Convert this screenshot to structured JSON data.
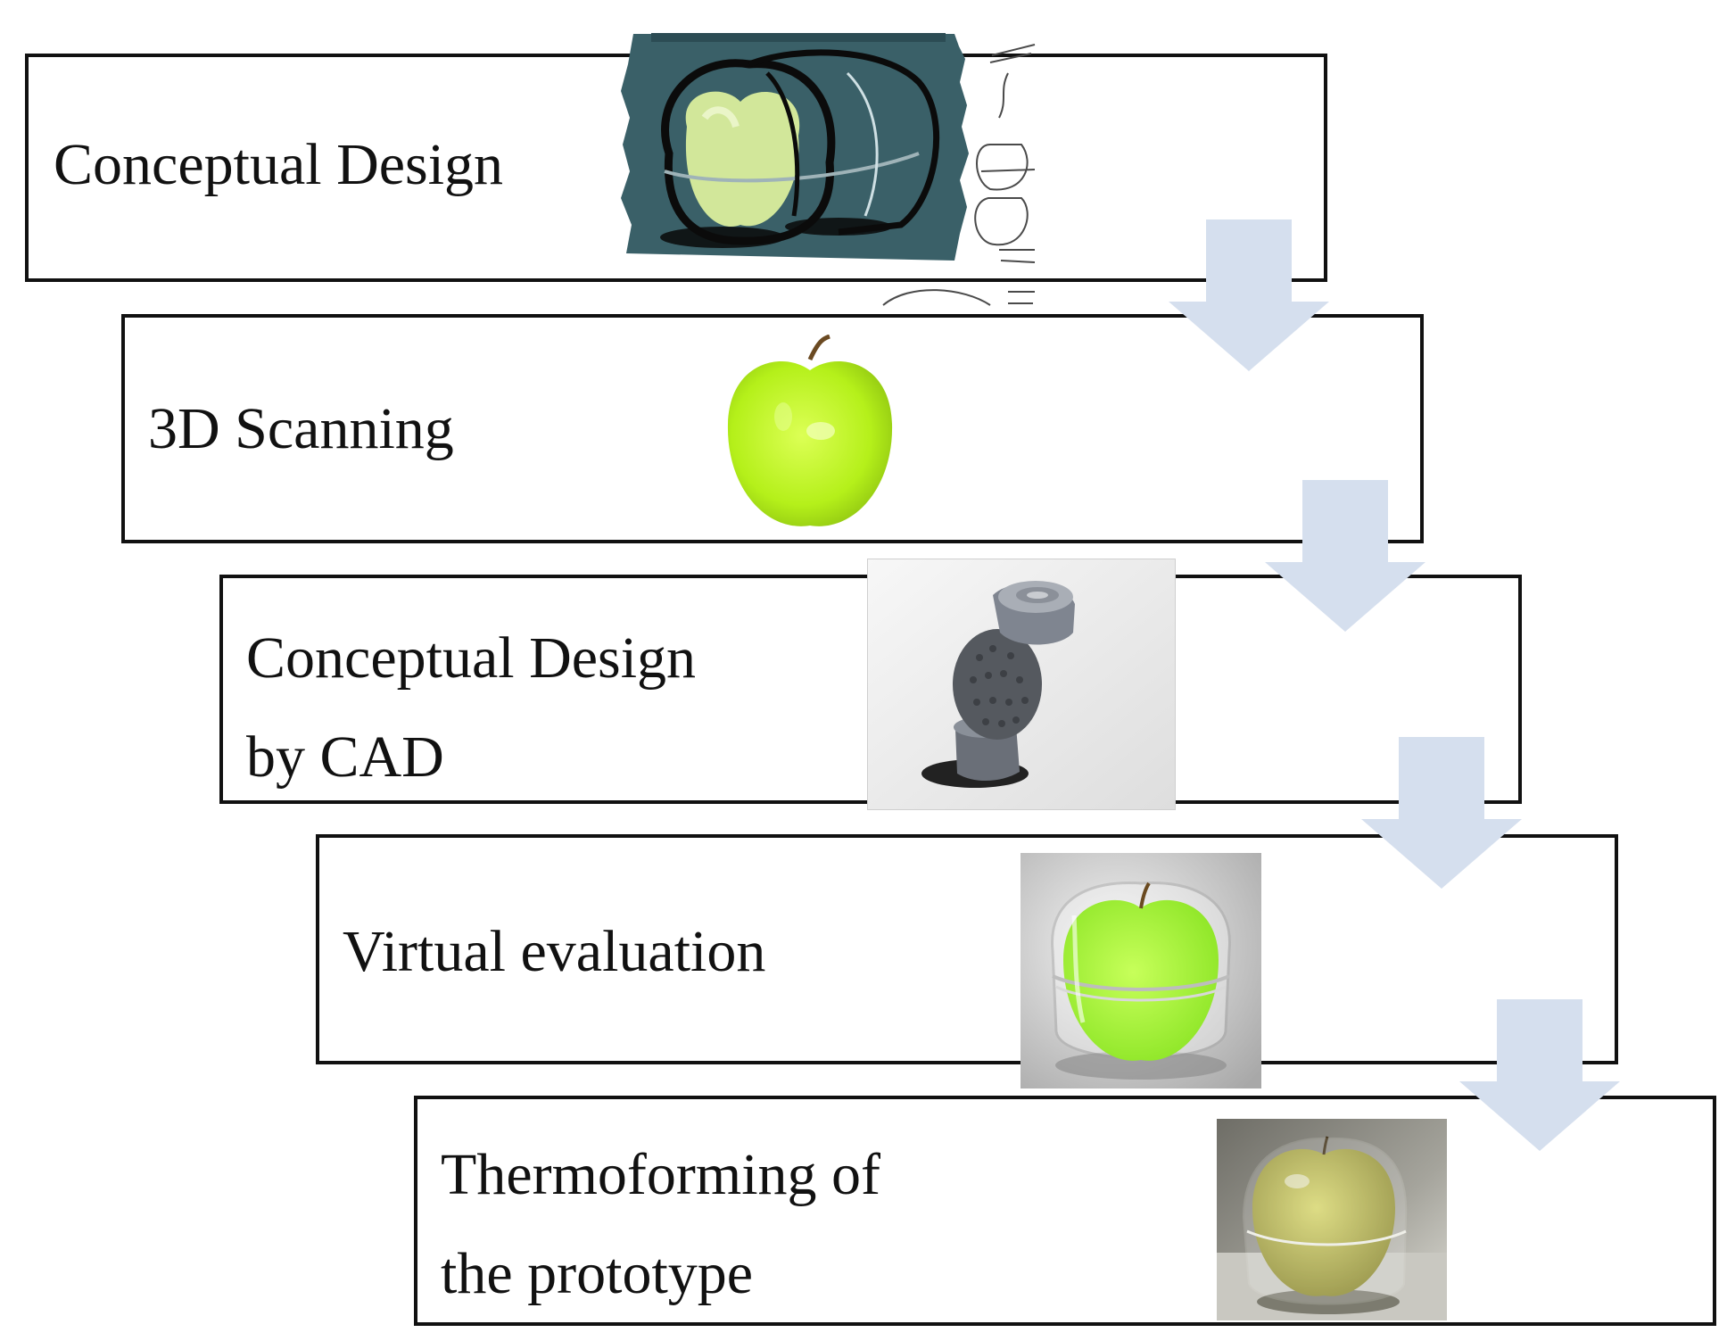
{
  "steps": [
    {
      "lines": [
        "Conceptual Design"
      ]
    },
    {
      "lines": [
        "3D Scanning"
      ]
    },
    {
      "lines": [
        "Conceptual Design",
        "by CAD"
      ]
    },
    {
      "lines": [
        "Virtual evaluation"
      ]
    },
    {
      "lines": [
        "Thermoforming of",
        "the prototype"
      ]
    }
  ],
  "colors": {
    "arrow": "#d5dfee",
    "border": "#111111",
    "apple_green": "#b8f51c",
    "sketch_bg": "#3a6068"
  },
  "images": [
    "marker-sketch-of-apple-packaging",
    "scanned-green-apple",
    "cad-model-render",
    "virtual-rendering-apple-in-container",
    "photo-of-thermoformed-prototype"
  ]
}
